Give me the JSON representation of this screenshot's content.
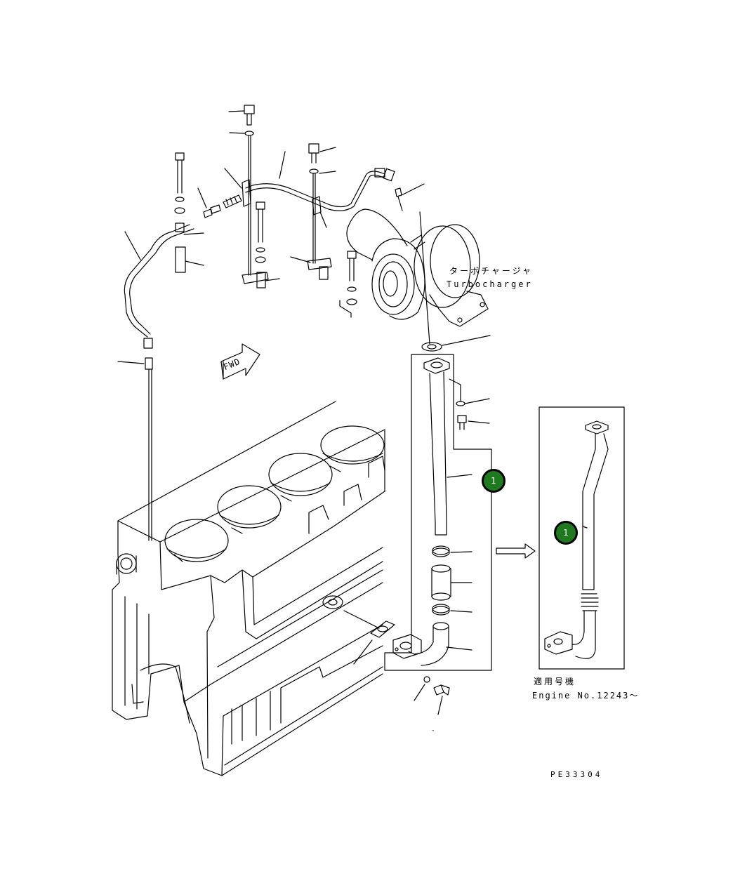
{
  "labels": {
    "turbo_jp": "ターボチャージャ",
    "turbo_en": "Turbocharger",
    "fwd": "FWD",
    "applic_jp": "適用号機",
    "applic_en": "Engine No.12243～",
    "drawing_no": "PE33304",
    "dash": "-"
  },
  "callouts": [
    {
      "id": "callout-1-main",
      "label": "1"
    },
    {
      "id": "callout-1-detail",
      "label": "1"
    }
  ],
  "colors": {
    "line": "#000000",
    "badge_fill": "#1f7a1f",
    "badge_text": "#ffffff",
    "background": "#ffffff"
  }
}
